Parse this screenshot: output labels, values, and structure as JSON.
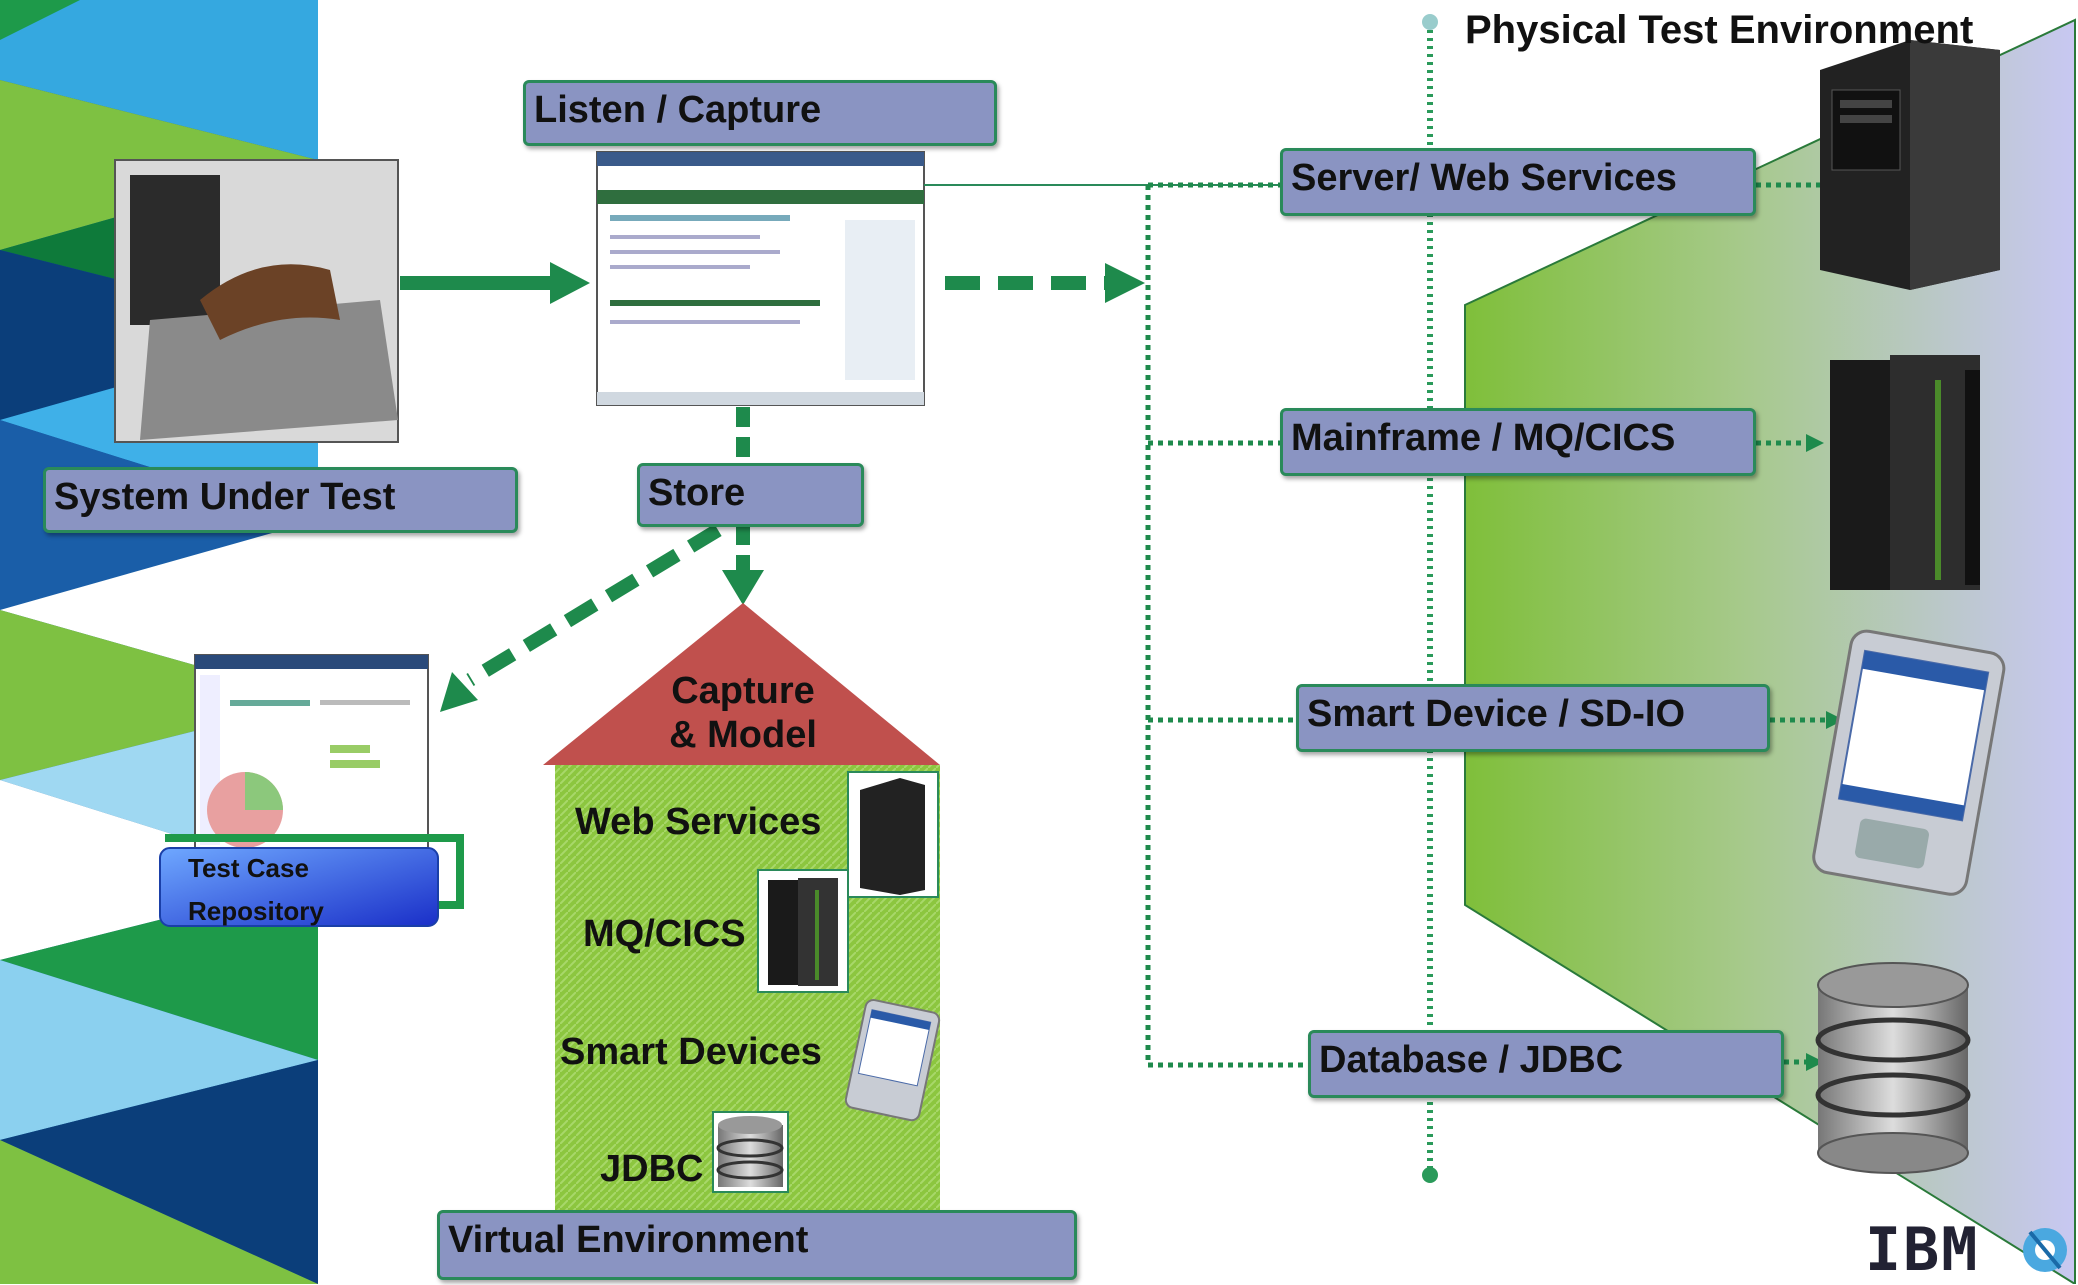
{
  "labels": {
    "listen_capture": "Listen / Capture",
    "system_under_test": "System Under Test",
    "store": "Store",
    "virtual_environment": "Virtual Environment",
    "physical_test_environment": "Physical Test Environment",
    "server_web_services": "Server/ Web Services",
    "mainframe": "Mainframe / MQ/CICS",
    "smart_device": "Smart Device / SD-IO",
    "database": "Database / JDBC"
  },
  "house": {
    "roof_line1": "Capture",
    "roof_line2": "& Model",
    "items": [
      "Web Services",
      "MQ/CICS",
      "Smart Devices",
      "JDBC"
    ]
  },
  "repository": {
    "line1": "Test Case",
    "line2": "Repository"
  },
  "brand": {
    "logo_text": "IBM"
  },
  "colors": {
    "label_fill": "#8a94c2",
    "label_border": "#2a8a5a",
    "arrow_green": "#1e8a4c",
    "house_green": "#8cc63f",
    "roof_red": "#c0504d",
    "panel_lavender": "#c8c8f0"
  }
}
